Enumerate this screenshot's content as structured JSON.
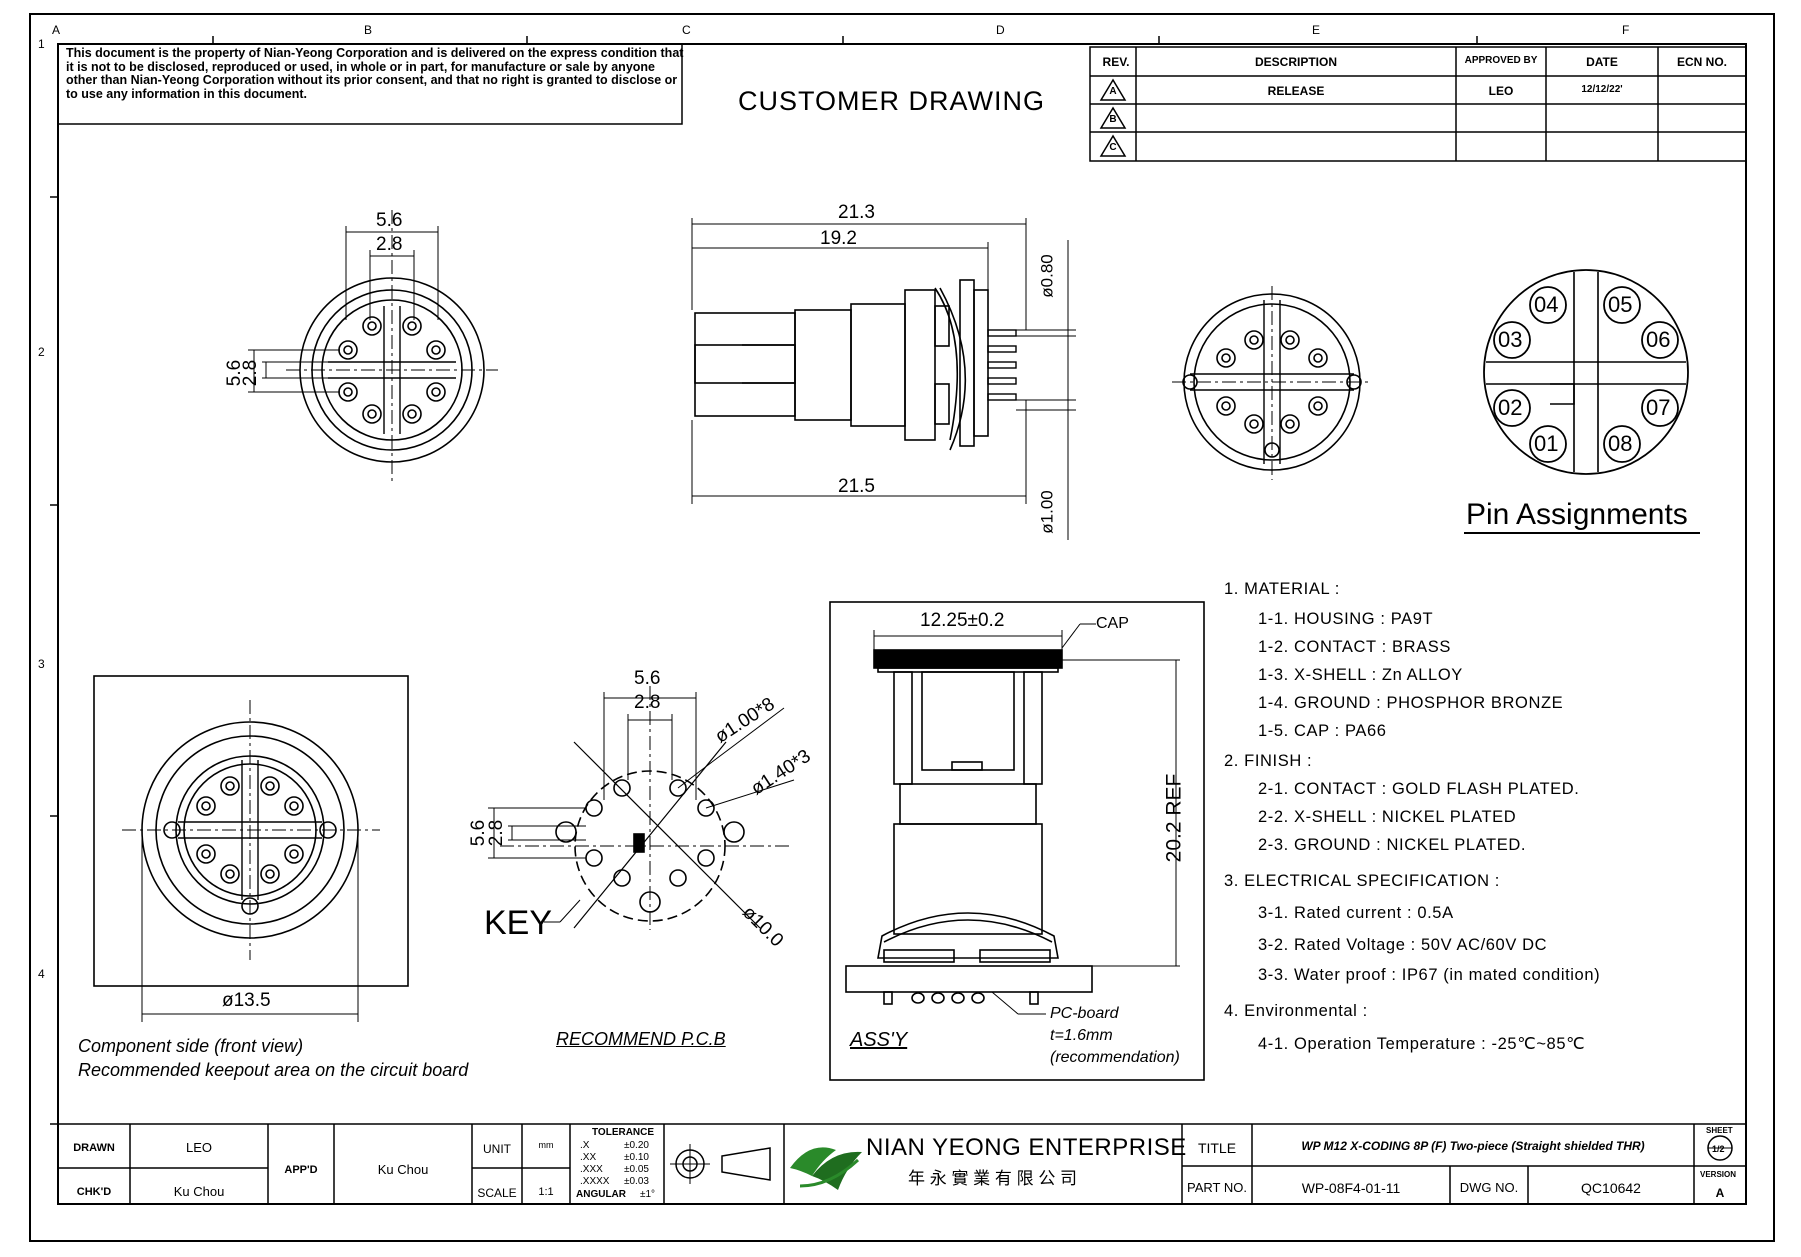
{
  "disclaimer": "This document is the property of Nian-Yeong Corporation and is delivered on the express condition that it is not to be disclosed, reproduced or used, in whole or in part, for manufacture or sale by anyone other than Nian-Yeong Corporation without its prior consent, and that no right is granted to disclose or to use any information in this document.",
  "drawing_title": "CUSTOMER DRAWING",
  "grid": {
    "columns": [
      "A",
      "B",
      "C",
      "D",
      "E",
      "F"
    ],
    "rows": [
      "1",
      "2",
      "3",
      "4"
    ]
  },
  "revision_table": {
    "headers": [
      "REV.",
      "DESCRIPTION",
      "APPROVED BY",
      "DATE",
      "ECN NO."
    ],
    "rows": [
      {
        "rev": "A",
        "description": "RELEASE",
        "approved": "LEO",
        "date": "12/12/22'",
        "ecn": ""
      },
      {
        "rev": "B",
        "description": "",
        "approved": "",
        "date": "",
        "ecn": ""
      },
      {
        "rev": "C",
        "description": "",
        "approved": "",
        "date": "",
        "ecn": ""
      }
    ]
  },
  "dimensions": {
    "front_top_outer": "5.6",
    "front_top_inner": "2.8",
    "front_side_outer": "5.6",
    "front_side_inner": "2.8",
    "side_total": "21.3",
    "side_body": "19.2",
    "side_bottom": "21.5",
    "pin_dia_1": "ø0.80",
    "pin_dia_2": "ø1.00",
    "pcb_top_outer": "5.6",
    "pcb_top_inner": "2.8",
    "pcb_side_outer": "5.6",
    "pcb_side_inner": "2.8",
    "pcb_hole_1": "ø1.00*8",
    "pcb_hole_2": "ø1.40*3",
    "pcb_circle": "ø10.0",
    "keepout_dia": "ø13.5",
    "assy_width": "12.25±0.2",
    "assy_height": "20.2 REF"
  },
  "labels": {
    "pin_assignments": "Pin Assignments",
    "pins": [
      "01",
      "02",
      "03",
      "04",
      "05",
      "06",
      "07",
      "08"
    ],
    "key": "KEY",
    "cap": "CAP",
    "pc_board": "PC-board",
    "pc_thickness": "t=1.6mm",
    "pc_recommend": "(recommendation)",
    "component_side_1": "Component side (front view)",
    "component_side_2": "Recommended keepout area on the circuit board",
    "recommend_pcb": "RECOMMEND P.C.B",
    "assy": "ASS'Y"
  },
  "specs": [
    {
      "text": "1.  MATERIAL  :",
      "indent": 0
    },
    {
      "text": "1-1.  HOUSING  :  PA9T",
      "indent": 1
    },
    {
      "text": "1-2.  CONTACT  :  BRASS",
      "indent": 1
    },
    {
      "text": "1-3.  X-SHELL  :  Zn  ALLOY",
      "indent": 1
    },
    {
      "text": "1-4.  GROUND     :  PHOSPHOR  BRONZE",
      "indent": 1
    },
    {
      "text": "1-5.  CAP  :  PA66",
      "indent": 1
    },
    {
      "text": "2.  FINISH  :",
      "indent": 0
    },
    {
      "text": "2-1.  CONTACT  :  GOLD  FLASH  PLATED.",
      "indent": 1
    },
    {
      "text": "2-2.  X-SHELL  :  NICKEL  PLATED",
      "indent": 1
    },
    {
      "text": "2-3.  GROUND  :  NICKEL  PLATED.",
      "indent": 1
    },
    {
      "text": "3.  ELECTRICAL  SPECIFICATION  :",
      "indent": 0
    },
    {
      "text": "3-1.  Rated  current  :  0.5A",
      "indent": 1
    },
    {
      "text": "3-2.  Rated  Voltage  :  50V  AC/60V  DC",
      "indent": 1
    },
    {
      "text": "3-3.  Water  proof  :  IP67  (in  mated  condition)",
      "indent": 1
    },
    {
      "text": "4.  Environmental  :",
      "indent": 0
    },
    {
      "text": "4-1.  Operation  Temperature  :  -25℃~85℃",
      "indent": 1
    }
  ],
  "title_block": {
    "drawn_label": "DRAWN",
    "drawn_value": "LEO",
    "checked_label": "CHK'D",
    "checked_value": "Ku Chou",
    "approved_label": "APP'D",
    "approved_value": "Ku Chou",
    "unit_label": "UNIT",
    "unit_value": "mm",
    "scale_label": "SCALE",
    "scale_value": "1:1",
    "tolerance_title": "TOLERANCE",
    "tolerances": [
      {
        "k": ".X",
        "v": "±0.20"
      },
      {
        "k": ".XX",
        "v": "±0.10"
      },
      {
        "k": ".XXX",
        "v": "±0.05"
      },
      {
        "k": ".XXXX",
        "v": "±0.03"
      },
      {
        "k": "ANGULAR",
        "v": "±1°"
      }
    ],
    "company_name": "NIAN YEONG ENTERPRISE",
    "company_chinese": "年 永 實 業 有 限 公 司",
    "title_label": "TITLE",
    "title_value": "WP M12 X-CODING 8P (F) Two-piece (Straight shielded THR)",
    "part_label": "PART NO.",
    "part_value": "WP-08F4-01-11",
    "dwg_label": "DWG NO.",
    "dwg_value": "QC10642",
    "sheet_label": "SHEET",
    "sheet_value": "1/2",
    "version_label": "VERSION",
    "version_value": "A"
  }
}
